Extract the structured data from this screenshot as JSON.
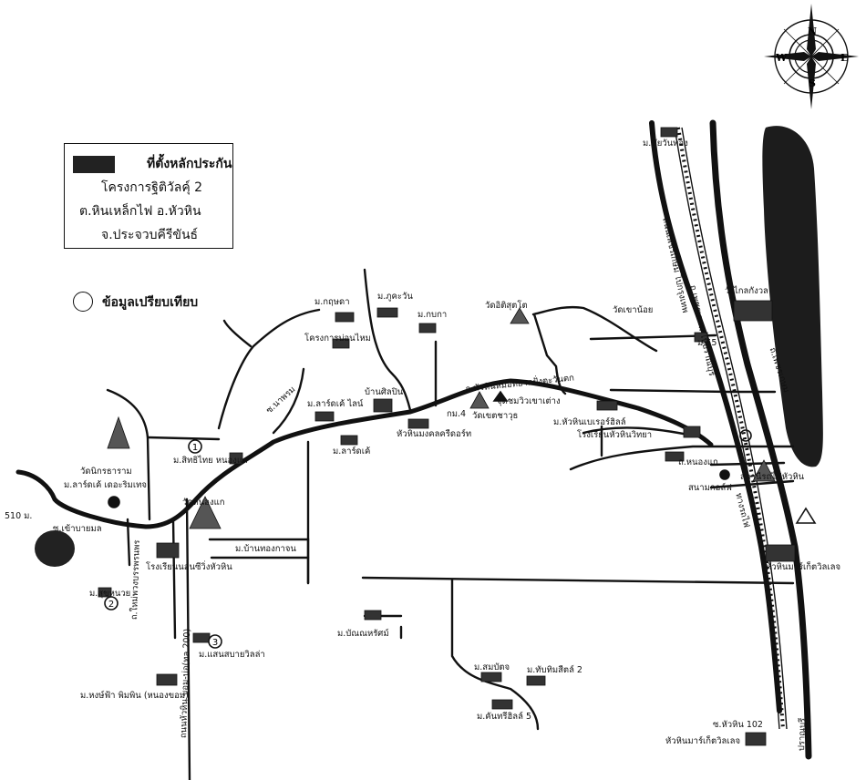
{
  "legend": {
    "l1": "ที่ตั้งหลักประกัน",
    "l2": "โครงการฐิติวัลคุ์ 2",
    "l3": "ต.หินเหล็กไฟ อ.หัวหิน",
    "l4": "จ.ประจวบคีรีขันธ์"
  },
  "comparison_label": "ข้อมูลเปรียบเทียบ",
  "compass": {
    "n": "N",
    "s": "S",
    "e": "E",
    "w": "W"
  },
  "markers": [
    "1",
    "2",
    "3"
  ],
  "labels": {
    "chaiwan_hong": "ม.ชัยวันทอง",
    "kritsada": "ม.กฤษดา",
    "phuk_wan": "ม.ภูคะวัน",
    "kanya": "ม.กบกา",
    "wat_sitsutto": "วัดอิติสุตโต",
    "wat_khao_noi": "วัดเขาน้อย",
    "wang_klai": "วังไกลกังวล",
    "m_55": "ม.55",
    "rongkan_wa_mai": "โครงการบ่อนไหม",
    "soi_na_phrom": "ซ.นาพรม",
    "ban_sinpin": "บ้านศิลปิน",
    "m_lard_prao": "ม.ลาร์ดเค้ ไลน์",
    "m_lard_re": "ม.ลาร์ดเค้",
    "km4": "กม.4",
    "wat_khao_khaw": "ถ.หัวหินหมอทยาดฝั่งตะวันตก",
    "chut_chom": "จุดชมวิวเขาเต่าง",
    "wat_khetcha": "วัดเขตชาวุธ",
    "hua_hin_mongkol": "หัวหินมงคลครีดอร์ท",
    "hua_hin_palace": "ม.หัวหินเบเรอร์ฮิลล์",
    "school_hua_hin": "โรงเรียนหัวหินวิทยา",
    "soi_huai_mongkol": "ถ.หนองแก",
    "golf": "สนามกอล์ฟ",
    "railway": "สถานีรถไฟหัวหิน",
    "hua_hin_market": "หัวหินมาร์เก็ตวิลเลจ",
    "wat_nikorn": "วัดนิกรธาราม",
    "m_lard_tere": "ม.ลาร์ดเค้ เดอะริมเทจ",
    "m510": "510 ม.",
    "soi_khao_bon": "ซ.เข้าบายมล",
    "m_sit_thai": "ม.สิทธิไทย หนองแก",
    "wat_nong": "วัดหนองแก",
    "m_ban_thong": "ม.บ้านทองกาจน",
    "school_nong_kae": "โรงเรียนนอนซีวิ่งหัวหิน",
    "road_pipat": "ถ.ใหม่พวงบรรพรนพร",
    "m_sukhothai": "ม.สุขหนวย",
    "m_sansabai": "ม.แสนสบายวิลล่า",
    "m_bannasit": "ม.บัณณหรัศม์",
    "m_sombat": "ม.สมบัตจ",
    "m_thap_thai": "ม.ทับทิมสีตล์ 2",
    "m_khan_hills": "ม.คันทรีฮิลล์ 5",
    "m_hongfah": "ม.หงษ์ฟ้า พิมพิน (หนองขอม)",
    "road_200": "ถนนหัวหิน ขอม-บ่อ(ทล 200)",
    "road_petchkasem": "ถ.เพชรเกษม",
    "rail_line": "ทางรถไฟ",
    "soi_hua_hin_102": "ซ.หัวหิน 102",
    "hua_hin_market2": "หัวหินมาร์เก็ตวิลเลจ",
    "pran_buri": "ปราณบุรี",
    "road_prachuap": "ถ.เพชรเกษม ไปปราณบุรี",
    "road_bangkok": "ถนนเพชรเกษม ไปกรุงเทพ"
  }
}
